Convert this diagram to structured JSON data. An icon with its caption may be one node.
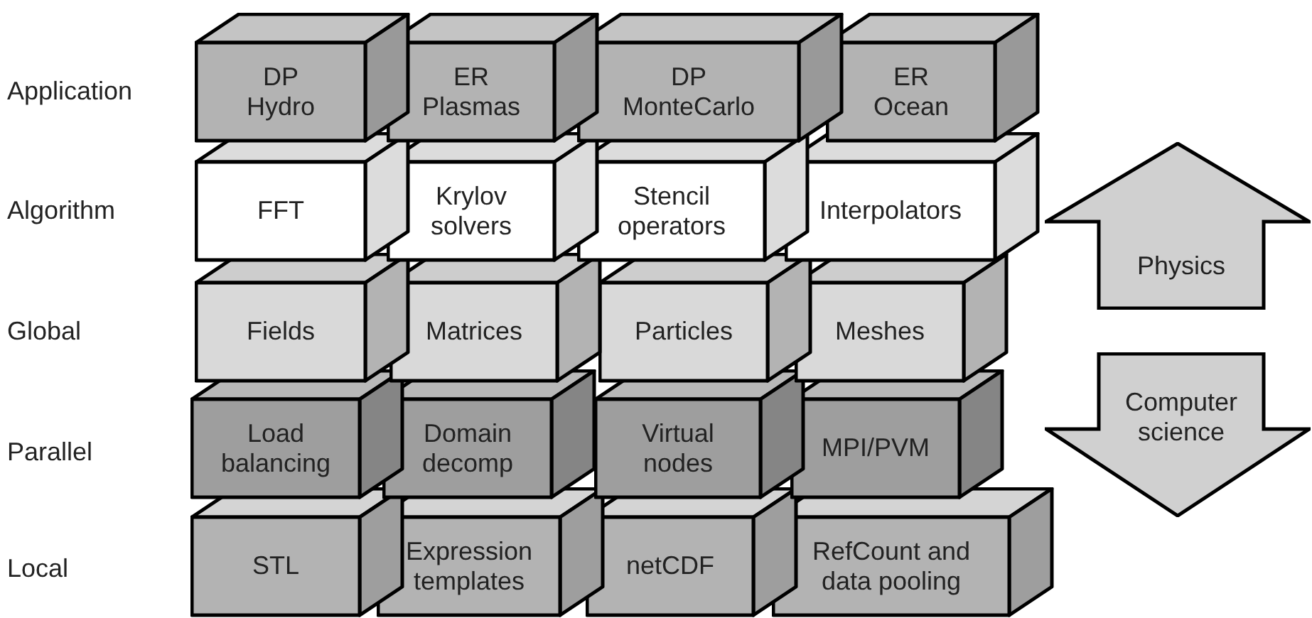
{
  "diagram": {
    "nodes": [
      {
        "text": [
          "DP Hydro"
        ]
      },
      {
        "text": [
          "ER Plasmas"
        ]
      },
      {
        "text": [
          "DP MonteCarlo"
        ]
      },
      {
        "text": [
          "ER Ocean"
        ]
      },
      {
        "text": [
          "FFT"
        ]
      },
      {
        "text": [
          "Krylov solvers"
        ]
      },
      {
        "text": [
          "Stencil operators"
        ]
      },
      {
        "text": [
          "Interpolators"
        ]
      },
      {
        "text": [
          "Fields"
        ]
      },
      {
        "text": [
          "Matrices"
        ]
      },
      {
        "text": [
          "Particles"
        ]
      },
      {
        "text": [
          "Meshes"
        ]
      },
      {
        "text": [
          "Load balancing"
        ]
      },
      {
        "text": [
          "Domain decomp"
        ]
      },
      {
        "text": [
          "Virtual nodes"
        ]
      },
      {
        "text": [
          "MPI/PVM"
        ]
      },
      {
        "text": [
          "STL"
        ]
      },
      {
        "text": [
          "Expression templates"
        ]
      },
      {
        "text": [
          "netCDF"
        ]
      },
      {
        "text": [
          "RefCount and data pooling"
        ]
      },
      {
        "text": [
          "Physics"
        ]
      },
      {
        "text": [
          "Computer science"
        ]
      }
    ],
    "edges": [],
    "labels": [
      "Application",
      "Algorithm",
      "Global",
      "Parallel",
      "Local"
    ]
  }
}
